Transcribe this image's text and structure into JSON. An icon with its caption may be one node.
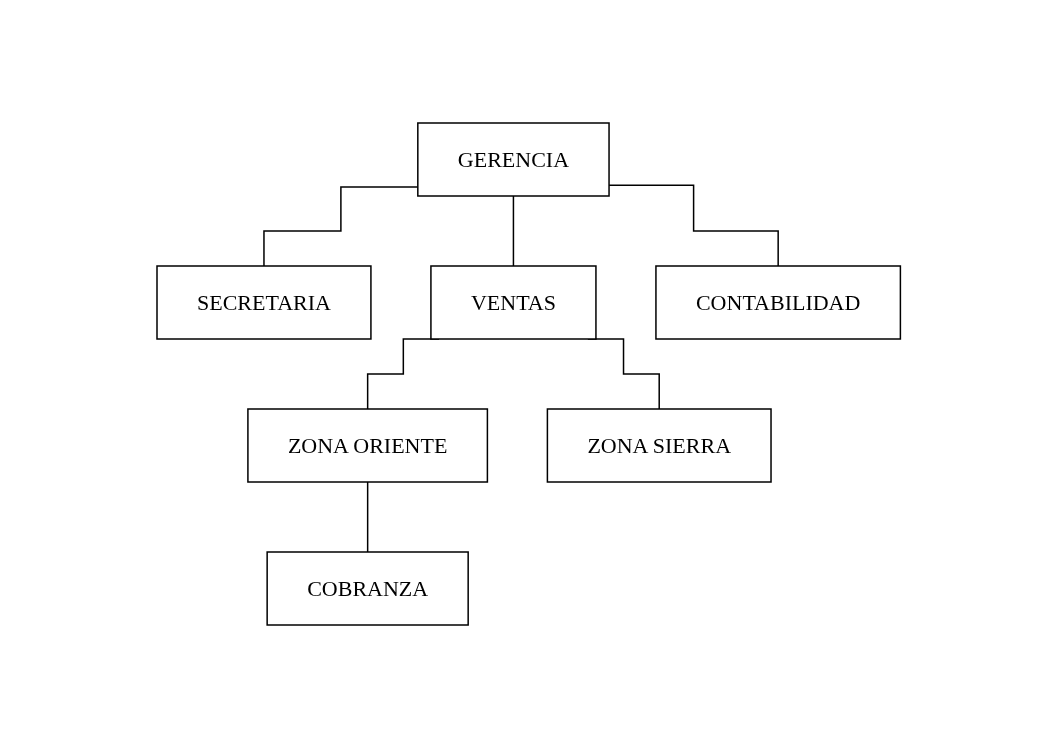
{
  "diagram": {
    "nodes": [
      {
        "text": [
          "GERENCIA"
        ]
      },
      {
        "text": [
          "SECRETARIA"
        ]
      },
      {
        "text": [
          "VENTAS"
        ]
      },
      {
        "text": [
          "CONTABILIDAD"
        ]
      },
      {
        "text": [
          "ZONA ORIENTE"
        ]
      },
      {
        "text": [
          "ZONA SIERRA"
        ]
      },
      {
        "text": [
          "COBRANZA"
        ]
      }
    ],
    "edges": [
      {
        "from": 0,
        "to": 1,
        "arrow": "none"
      },
      {
        "from": 0,
        "to": 2,
        "arrow": "none"
      },
      {
        "from": 0,
        "to": 3,
        "arrow": "none"
      },
      {
        "from": 2,
        "to": 4,
        "arrow": "none"
      },
      {
        "from": 2,
        "to": 5,
        "arrow": "none"
      },
      {
        "from": 4,
        "to": 6,
        "arrow": "none"
      }
    ]
  }
}
